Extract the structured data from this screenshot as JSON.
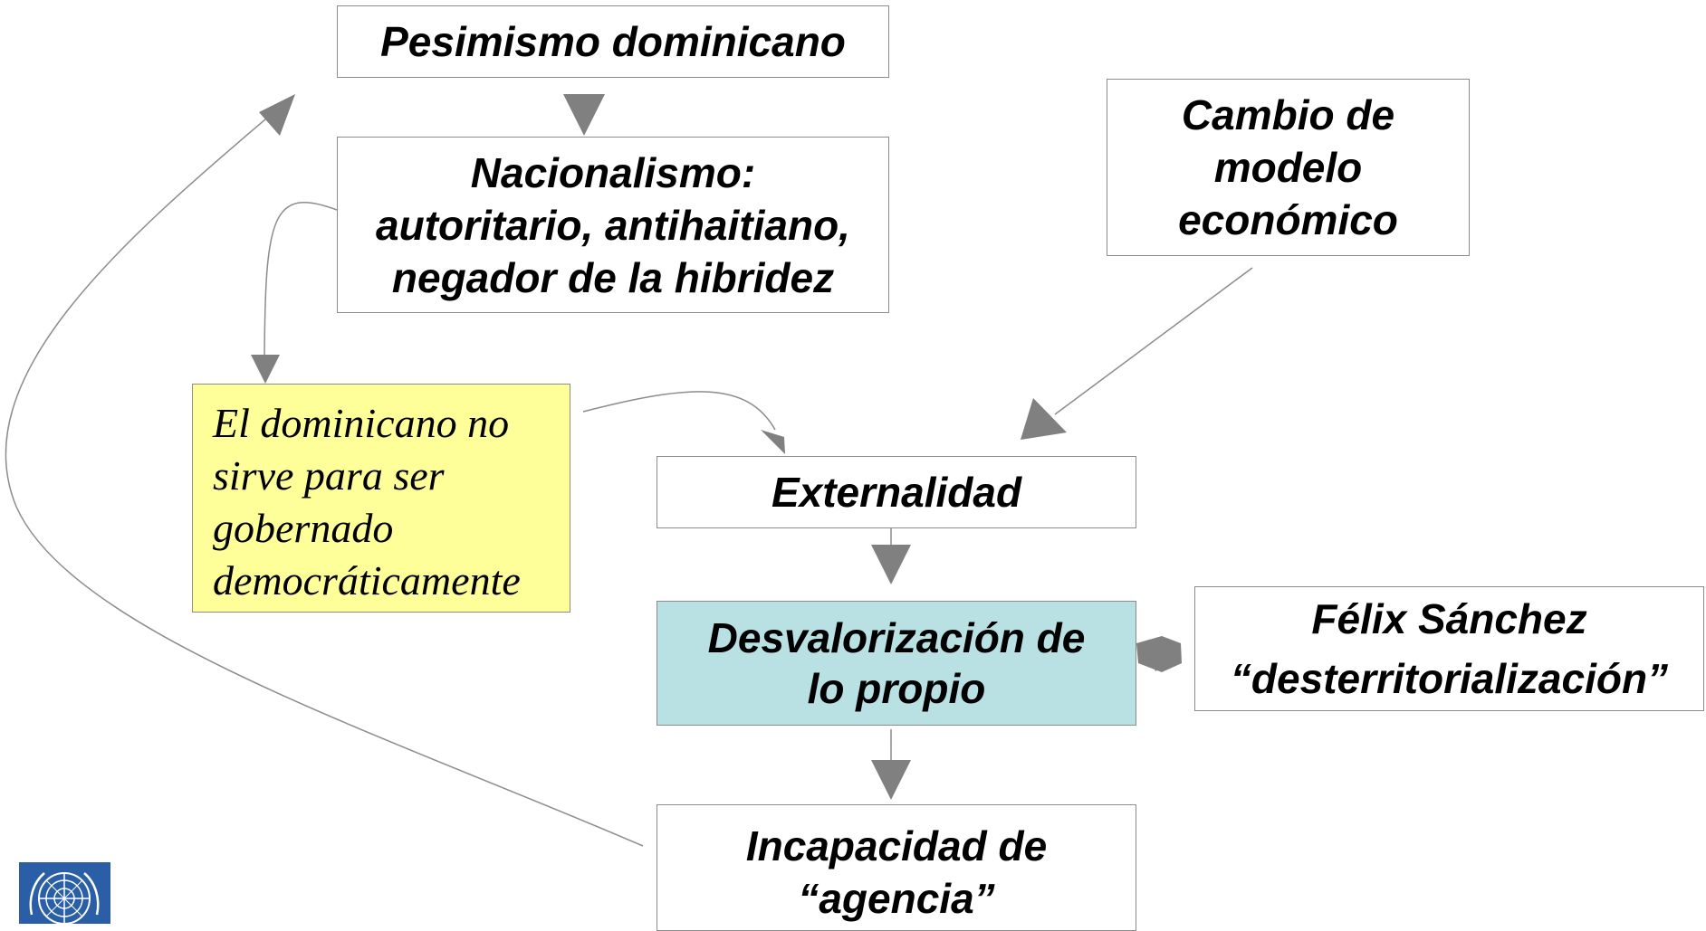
{
  "nodes": {
    "pesimismo": "Pesimismo dominicano",
    "nacionalismo": "Nacionalismo:\nautoritario, antihaitiano,\nnegador de la hibridez",
    "cambio_modelo": "Cambio de\nmodelo\neconómico",
    "dominicano_no_sirve": "El dominicano no\nsirve para ser\ngobernado\ndemocráticamente",
    "externalidad": "Externalidad",
    "desvalorizacion": "Desvalorización de\nlo propio",
    "felix_sanchez": "Félix Sánchez\n“desterritorialización”",
    "incapacidad": "Incapacidad de\n“agencia”"
  },
  "colors": {
    "box_border": "#8c8c8c",
    "highlight_yellow": "#ffff99",
    "highlight_teal": "#b9e0e3",
    "arrow_gray": "#808080",
    "logo_blue": "#2a5fa8"
  },
  "logo": {
    "icon": "un-emblem-icon"
  }
}
